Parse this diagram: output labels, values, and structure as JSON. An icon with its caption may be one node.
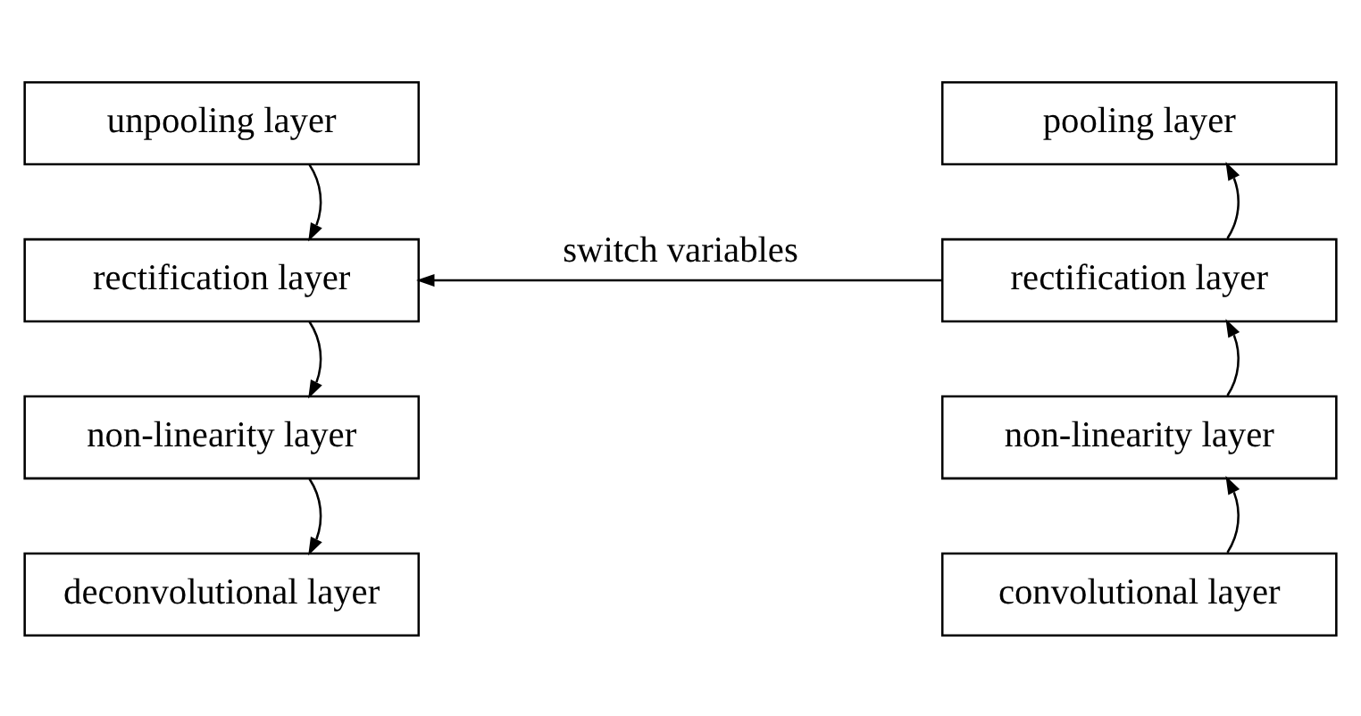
{
  "diagram": {
    "nodes": [
      {
        "text": [
          "unpooling layer"
        ]
      },
      {
        "text": [
          "rectification layer"
        ]
      },
      {
        "text": [
          "non-linearity layer"
        ]
      },
      {
        "text": [
          "deconvolutional layer"
        ]
      },
      {
        "text": [
          "pooling layer"
        ]
      },
      {
        "text": [
          "rectification layer"
        ]
      },
      {
        "text": [
          "non-linearity layer"
        ]
      },
      {
        "text": [
          "convolutional layer"
        ]
      }
    ],
    "edges": [
      {
        "from": 0,
        "to": 1,
        "arrow": "to"
      },
      {
        "from": 1,
        "to": 2,
        "arrow": "to"
      },
      {
        "from": 2,
        "to": 3,
        "arrow": "to"
      },
      {
        "from": 7,
        "to": 6,
        "arrow": "to"
      },
      {
        "from": 6,
        "to": 5,
        "arrow": "to"
      },
      {
        "from": 5,
        "to": 4,
        "arrow": "to"
      },
      {
        "from": 5,
        "to": 1,
        "arrow": "to",
        "label": "switch variables"
      }
    ]
  }
}
